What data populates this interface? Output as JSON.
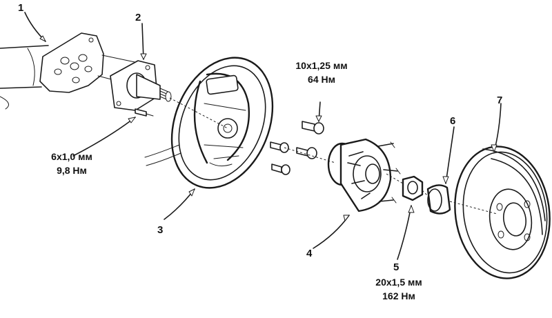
{
  "callouts": {
    "c1": "1",
    "c2": "2",
    "c3": "3",
    "c4": "4",
    "c5": "5",
    "c6": "6",
    "c7": "7"
  },
  "specs": {
    "bolt_small_size": "6x1,0 мм",
    "bolt_small_torque": "9,8 Нм",
    "bolt_mid_size": "10x1,25 мм",
    "bolt_mid_torque": "64 Нм",
    "nut_size": "20x1,5 мм",
    "nut_torque": "162 Нм"
  }
}
